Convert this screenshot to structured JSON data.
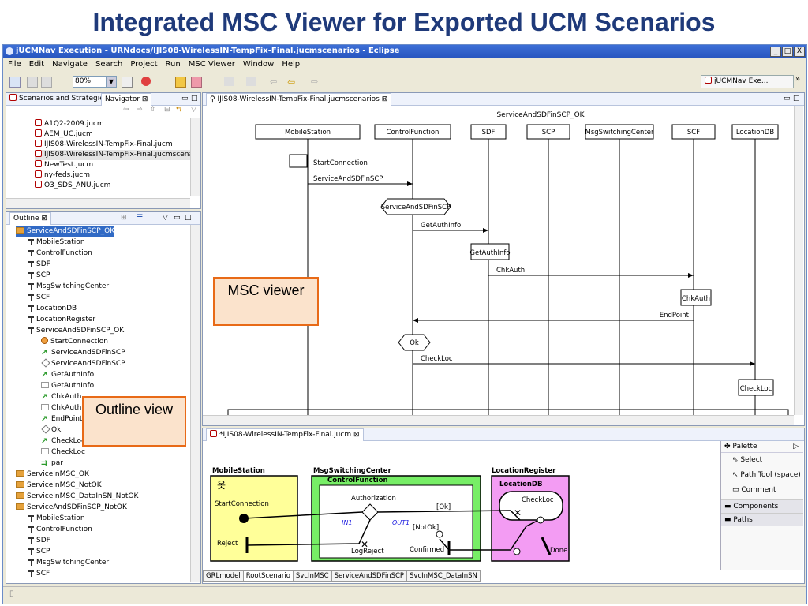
{
  "slide": {
    "title": "Integrated MSC Viewer for Exported UCM Scenarios"
  },
  "window": {
    "title": "jUCMNav Execution - URNdocs/IJIS08-WirelessIN-TempFix-Final.jucmscenarios - Eclipse",
    "min": "_",
    "max": "□",
    "close": "X"
  },
  "menu": [
    "File",
    "Edit",
    "Navigate",
    "Search",
    "Project",
    "Run",
    "MSC Viewer",
    "Window",
    "Help"
  ],
  "toolbar": {
    "zoom": "80%",
    "perspective": "jUCMNav Exe...",
    "more": "»"
  },
  "navigator": {
    "tabs": [
      "Scenarios and Strategie",
      "Navigator"
    ],
    "files": [
      "A1Q2-2009.jucm",
      "AEM_UC.jucm",
      "IJIS08-WirelessIN-TempFix-Final.jucm",
      "IJIS08-WirelessIN-TempFix-Final.jucmscenar",
      "NewTest.jucm",
      "ny-feds.jucm",
      "O3_SDS_ANU.jucm"
    ]
  },
  "outline": {
    "tab": "Outline",
    "items": [
      {
        "label": "ServiceAndSDFinSCP_OK",
        "icon": "folder-icon",
        "indent": 0,
        "selected": true
      },
      {
        "label": "MobileStation",
        "icon": "component-icon",
        "indent": 1
      },
      {
        "label": "ControlFunction",
        "icon": "component-icon",
        "indent": 1
      },
      {
        "label": "SDF",
        "icon": "component-icon",
        "indent": 1
      },
      {
        "label": "SCP",
        "icon": "component-icon",
        "indent": 1
      },
      {
        "label": "MsgSwitchingCenter",
        "icon": "component-icon",
        "indent": 1
      },
      {
        "label": "SCF",
        "icon": "component-icon",
        "indent": 1
      },
      {
        "label": "LocationDB",
        "icon": "component-icon",
        "indent": 1
      },
      {
        "label": "LocationRegister",
        "icon": "component-icon",
        "indent": 1
      },
      {
        "label": "ServiceAndSDFinSCP_OK",
        "icon": "sequence-icon",
        "indent": 1
      },
      {
        "label": "StartConnection",
        "icon": "start-icon",
        "indent": 2
      },
      {
        "label": "ServiceAndSDFinSCP",
        "icon": "message-icon",
        "indent": 2
      },
      {
        "label": "ServiceAndSDFinSCP",
        "icon": "condition-icon",
        "indent": 2
      },
      {
        "label": "GetAuthInfo",
        "icon": "message-icon",
        "indent": 2
      },
      {
        "label": "GetAuthInfo",
        "icon": "action-icon",
        "indent": 2
      },
      {
        "label": "ChkAuth",
        "icon": "message-icon",
        "indent": 2
      },
      {
        "label": "ChkAuth",
        "icon": "action-icon",
        "indent": 2
      },
      {
        "label": "EndPoint",
        "icon": "message-icon",
        "indent": 2
      },
      {
        "label": "Ok",
        "icon": "condition-icon",
        "indent": 2
      },
      {
        "label": "CheckLoc",
        "icon": "message-icon",
        "indent": 2
      },
      {
        "label": "CheckLoc",
        "icon": "action-icon",
        "indent": 2
      },
      {
        "label": "par",
        "icon": "par-icon",
        "indent": 2
      },
      {
        "label": "ServiceInMSC_OK",
        "icon": "folder-icon",
        "indent": 0
      },
      {
        "label": "ServiceInMSC_NotOK",
        "icon": "folder-icon",
        "indent": 0
      },
      {
        "label": "ServiceInMSC_DataInSN_NotOK",
        "icon": "folder-icon",
        "indent": 0
      },
      {
        "label": "ServiceAndSDFinSCP_NotOK",
        "icon": "folder-icon",
        "indent": 0
      },
      {
        "label": "MobileStation",
        "icon": "component-icon",
        "indent": 1
      },
      {
        "label": "ControlFunction",
        "icon": "component-icon",
        "indent": 1
      },
      {
        "label": "SDF",
        "icon": "component-icon",
        "indent": 1
      },
      {
        "label": "SCP",
        "icon": "component-icon",
        "indent": 1
      },
      {
        "label": "MsgSwitchingCenter",
        "icon": "component-icon",
        "indent": 1
      },
      {
        "label": "SCF",
        "icon": "component-icon",
        "indent": 1
      }
    ]
  },
  "msc": {
    "tab": "IJIS08-WirelessIN-TempFix-Final.jucmscenarios",
    "diagram_title": "ServiceAndSDFinSCP_OK",
    "lifelines": [
      "MobileStation",
      "ControlFunction",
      "SDF",
      "SCP",
      "MsgSwitchingCenter",
      "SCF",
      "LocationDB"
    ],
    "labels": {
      "start": "StartConnection",
      "m1": "ServiceAndSDFinSCP",
      "cond1": "ServiceAndSDFinSCP",
      "m2": "GetAuthInfo",
      "act1": "GetAuthInfo",
      "m3": "ChkAuth",
      "act2": "ChkAuth",
      "m4": "EndPoint",
      "cond2": "Ok",
      "m5": "CheckLoc",
      "act3": "CheckLoc"
    }
  },
  "ucm": {
    "tab": "*IJIS08-WirelessIN-TempFix-Final.jucm",
    "components": {
      "mobile": "MobileStation",
      "msc": "MsgSwitchingCenter",
      "control": "ControlFunction",
      "locreg": "LocationRegister",
      "locdb": "LocationDB"
    },
    "labels": {
      "start": "StartConnection",
      "reject": "Reject",
      "authorization": "Authorization",
      "ok": "[Ok]",
      "notok": "[NotOk]",
      "in1": "IN1",
      "out1": "OUT1",
      "logreject": "LogReject",
      "confirmed": "Confirmed",
      "checkloc": "CheckLoc",
      "done": "Done"
    },
    "colors": {
      "mobile": "#ffff99",
      "control": "#77ee66",
      "locdb": "#f39cf3"
    },
    "bottom_tabs": [
      "GRLmodel",
      "RootScenario",
      "SvcInMSC",
      "ServiceAndSDFinSCP",
      "SvcInMSC_DataInSN"
    ]
  },
  "palette": {
    "title": "Palette",
    "items": [
      "Select",
      "Path Tool (space)",
      "Comment"
    ],
    "drawers": [
      "Components",
      "Paths"
    ]
  },
  "callouts": {
    "msc": "MSC viewer",
    "outline": "Outline view"
  }
}
